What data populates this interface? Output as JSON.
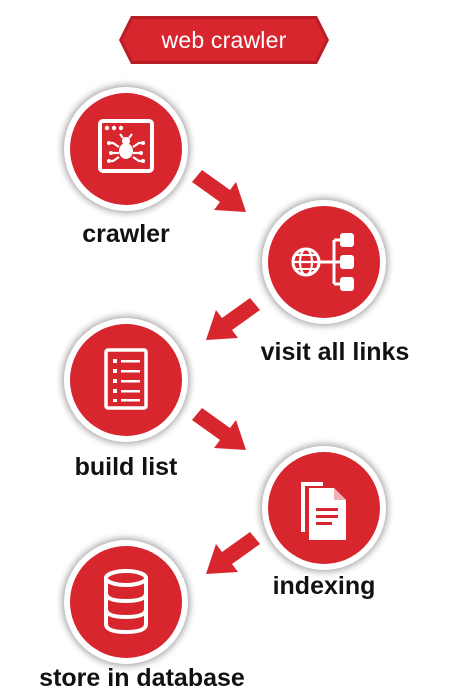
{
  "title": "web crawler",
  "colors": {
    "accent": "#d8262f",
    "banner_edge": "#b71c24",
    "text": "#111111"
  },
  "steps": [
    {
      "label": "crawler",
      "icon": "browser-bug-icon"
    },
    {
      "label": "visit all links",
      "icon": "globe-sitemap-icon"
    },
    {
      "label": "build list",
      "icon": "list-document-icon"
    },
    {
      "label": "indexing",
      "icon": "documents-icon"
    },
    {
      "label": "store in database",
      "icon": "database-icon"
    }
  ]
}
